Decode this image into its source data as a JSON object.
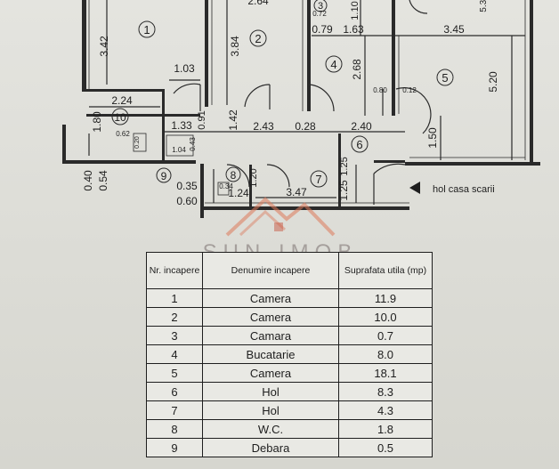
{
  "plan": {
    "rooms": [
      {
        "id": "1",
        "label": "1"
      },
      {
        "id": "2",
        "label": "2"
      },
      {
        "id": "3",
        "label": "3"
      },
      {
        "id": "4",
        "label": "4"
      },
      {
        "id": "5",
        "label": "5"
      },
      {
        "id": "6",
        "label": "6"
      },
      {
        "id": "7",
        "label": "7"
      },
      {
        "id": "8",
        "label": "8"
      },
      {
        "id": "9",
        "label": "9"
      },
      {
        "id": "10",
        "label": "10"
      }
    ],
    "dims": {
      "d342": "3.42",
      "d103": "1.03",
      "d384": "3.84",
      "d264": "2.64",
      "d079": "0.79",
      "d163": "1.63",
      "d110": "1.10",
      "d072": "0.72",
      "d268": "2.68",
      "d345": "3.45",
      "d520": "5.20",
      "d080": "0.80",
      "d012": "0.12",
      "d224": "2.24",
      "d180": "1.80",
      "d062": "0.62",
      "d020": "0.20",
      "d133": "1.33",
      "d091": "0.91",
      "d142": "1.42",
      "d243": "2.43",
      "d028": "0.28",
      "d240": "2.40",
      "d150": "1.50",
      "d104": "1.04",
      "d043": "0.43",
      "d040": "0.40",
      "d054": "0.54",
      "d035": "0.35",
      "d060": "0.60",
      "d034": "0.34",
      "d124": "1.24",
      "d120": "1.20",
      "d347": "3.47",
      "d125a": "1.25",
      "d125b": "1.25",
      "d530": "5.30"
    },
    "stair_label": "hol casa scarii"
  },
  "watermark": {
    "name": "SUN IMOB",
    "subtitle": "AGENTIE IMOBILIARA"
  },
  "table": {
    "headers": {
      "nr": "Nr. incapere",
      "name": "Denumire incapere",
      "area": "Suprafata utila (mp)"
    },
    "rows": [
      {
        "nr": "1",
        "name": "Camera",
        "area": "11.9"
      },
      {
        "nr": "2",
        "name": "Camera",
        "area": "10.0"
      },
      {
        "nr": "3",
        "name": "Camara",
        "area": "0.7"
      },
      {
        "nr": "4",
        "name": "Bucatarie",
        "area": "8.0"
      },
      {
        "nr": "5",
        "name": "Camera",
        "area": "18.1"
      },
      {
        "nr": "6",
        "name": "Hol",
        "area": "8.3"
      },
      {
        "nr": "7",
        "name": "Hol",
        "area": "4.3"
      },
      {
        "nr": "8",
        "name": "W.C.",
        "area": "1.8"
      },
      {
        "nr": "9",
        "name": "Debara",
        "area": "0.5"
      }
    ]
  }
}
